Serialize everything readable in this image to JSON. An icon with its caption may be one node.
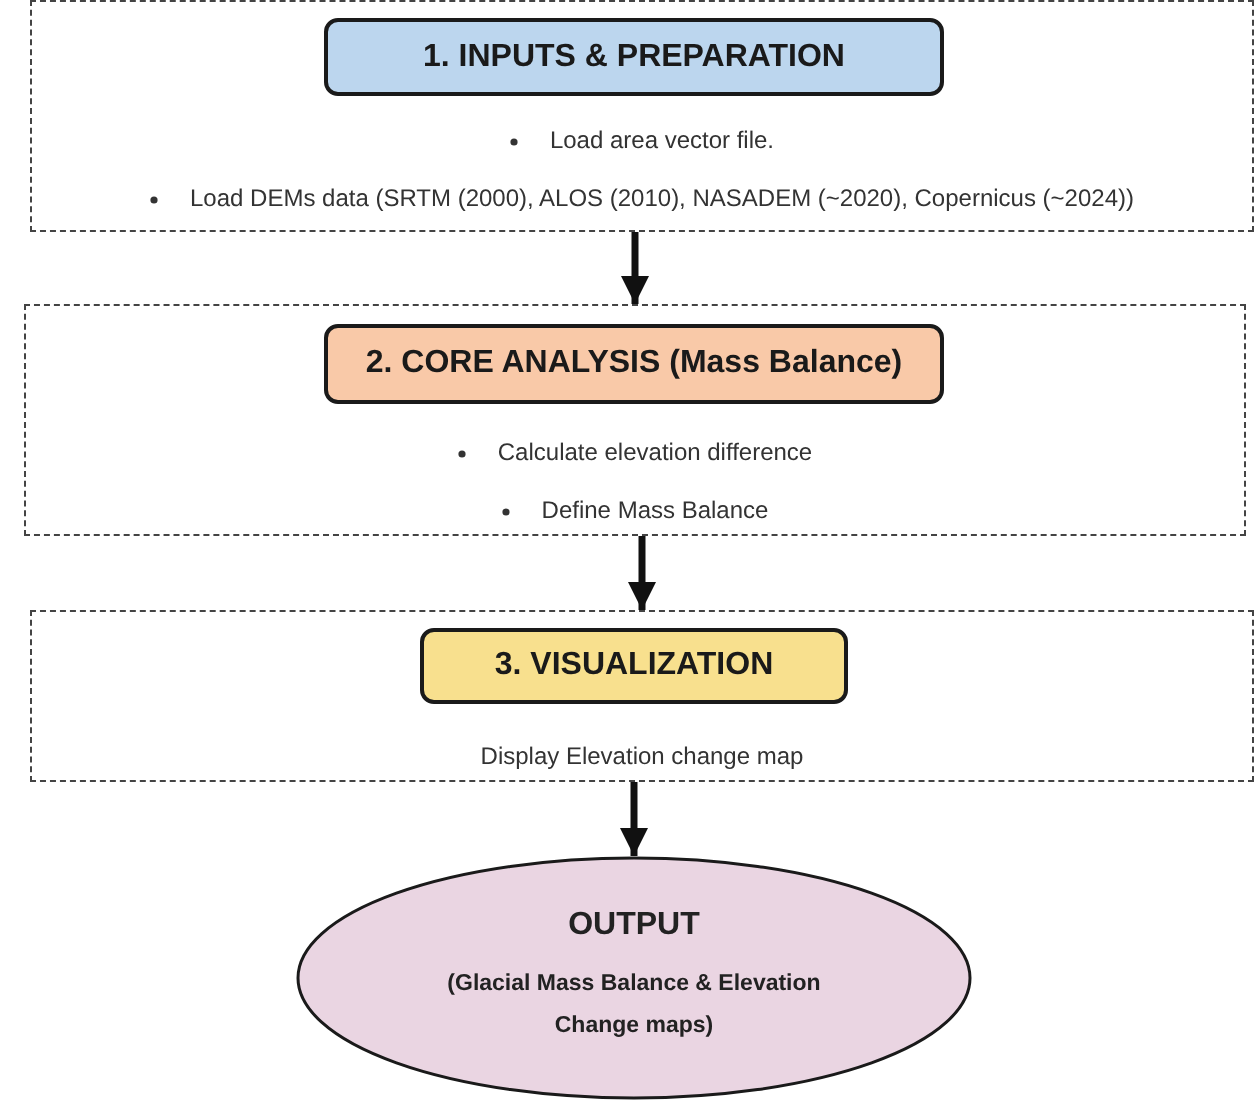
{
  "diagram": {
    "nodes": [
      {
        "text": [
          "Load area vector file.",
          "Load DEMs data (SRTM (2000), ALOS (2010), NASADEM (~2020), Copernicus (~2024))"
        ]
      },
      {
        "text": [
          "1. INPUTS & PREPARATION"
        ],
        "in": 0
      },
      {
        "text": [
          "Calculate elevation difference",
          "Define Mass Balance"
        ]
      },
      {
        "text": [
          "2. CORE ANALYSIS (Mass Balance)"
        ],
        "in": 2
      },
      {
        "text": [
          "Display Elevation change map"
        ]
      },
      {
        "text": [
          "3. VISUALIZATION"
        ],
        "in": 4
      },
      {
        "text": [
          "OUTPUT",
          "(Glacial Mass Balance & Elevation Change maps)"
        ]
      }
    ],
    "edges": [
      {
        "from": 0,
        "to": 2,
        "arrow": "to"
      },
      {
        "from": 2,
        "to": 4,
        "arrow": "to"
      },
      {
        "from": 4,
        "to": 6,
        "arrow": "to"
      }
    ]
  }
}
